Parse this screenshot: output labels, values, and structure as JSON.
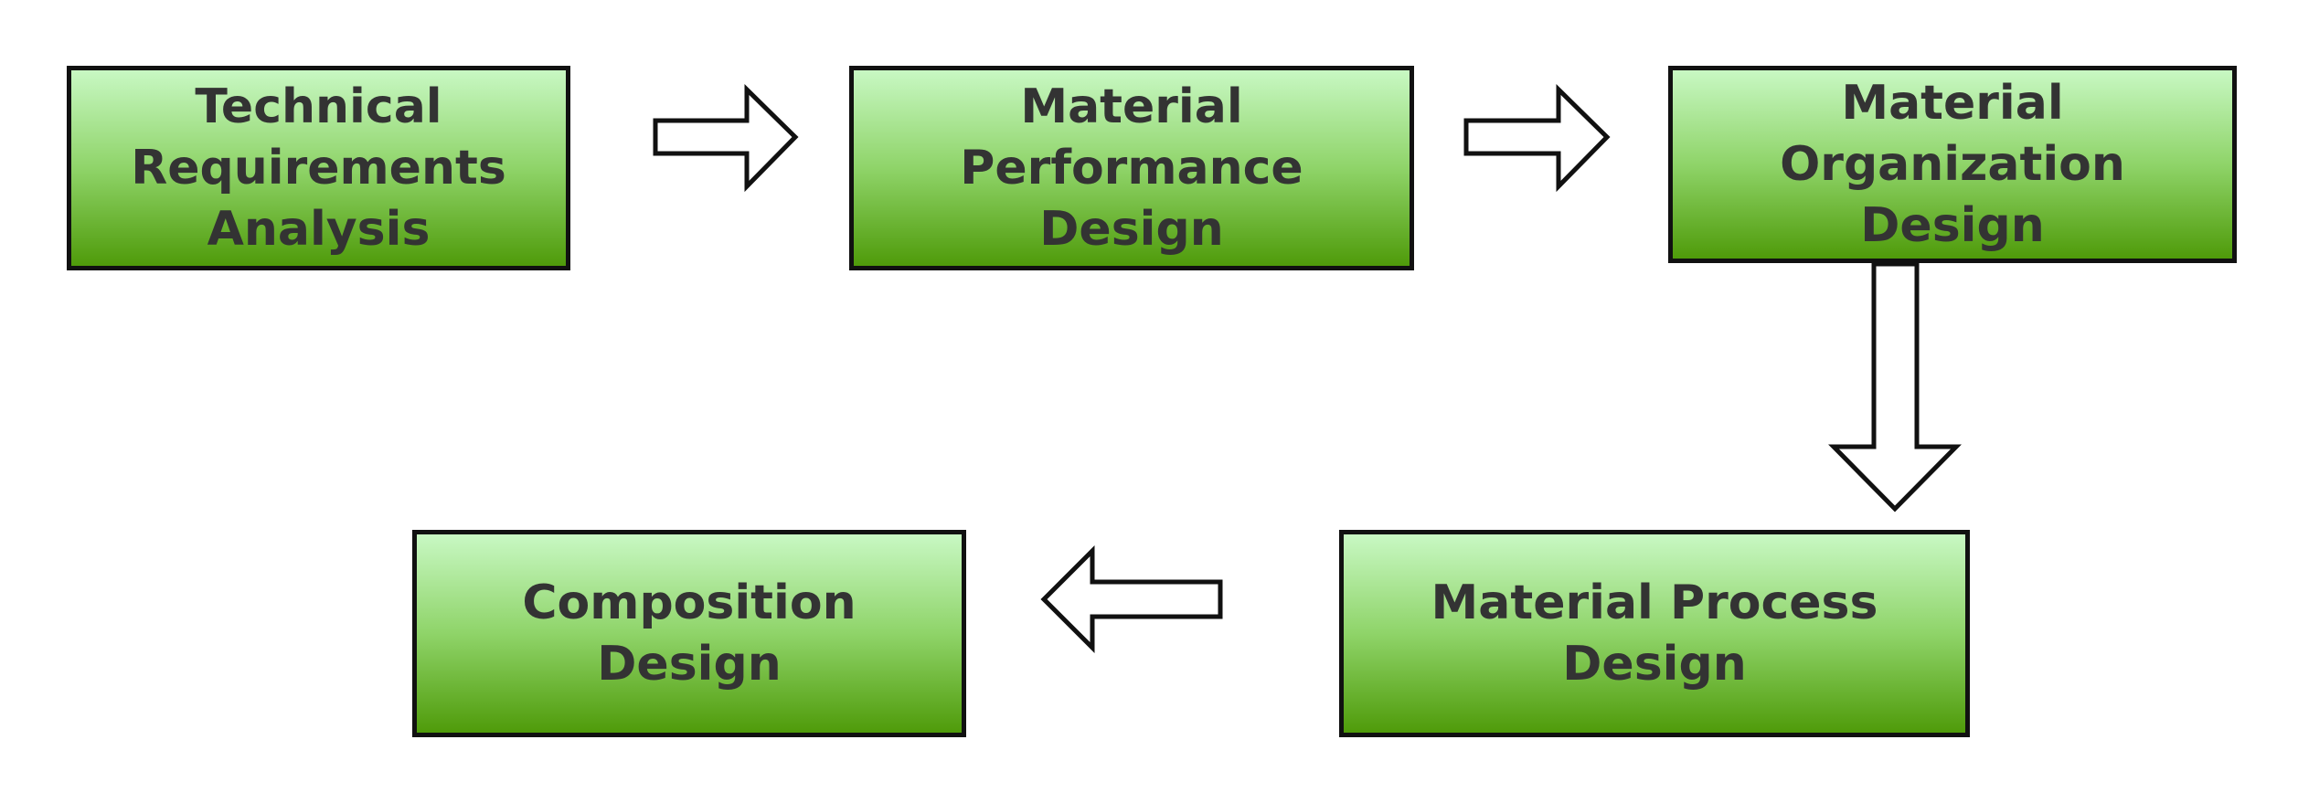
{
  "diagram": {
    "nodes": [
      {
        "id": "technical-requirements-analysis",
        "lines": [
          "Technical",
          "Requirements",
          "Analysis"
        ]
      },
      {
        "id": "material-performance-design",
        "lines": [
          "Material",
          "Performance",
          "Design"
        ]
      },
      {
        "id": "material-organization-design",
        "lines": [
          "Material",
          "Organization",
          "Design"
        ]
      },
      {
        "id": "material-process-design",
        "lines": [
          "Material Process",
          "Design"
        ]
      },
      {
        "id": "composition-design",
        "lines": [
          "Composition",
          "Design"
        ]
      }
    ],
    "edges": [
      {
        "from": "technical-requirements-analysis",
        "to": "material-performance-design",
        "direction": "right"
      },
      {
        "from": "material-performance-design",
        "to": "material-organization-design",
        "direction": "right"
      },
      {
        "from": "material-organization-design",
        "to": "material-process-design",
        "direction": "down"
      },
      {
        "from": "material-process-design",
        "to": "composition-design",
        "direction": "left"
      }
    ],
    "colors": {
      "box_top": "#c8f8c3",
      "box_bottom": "#4f9b0a",
      "box_border": "#111111",
      "text": "#333333",
      "arrow_fill": "#ffffff",
      "arrow_stroke": "#111111"
    }
  }
}
